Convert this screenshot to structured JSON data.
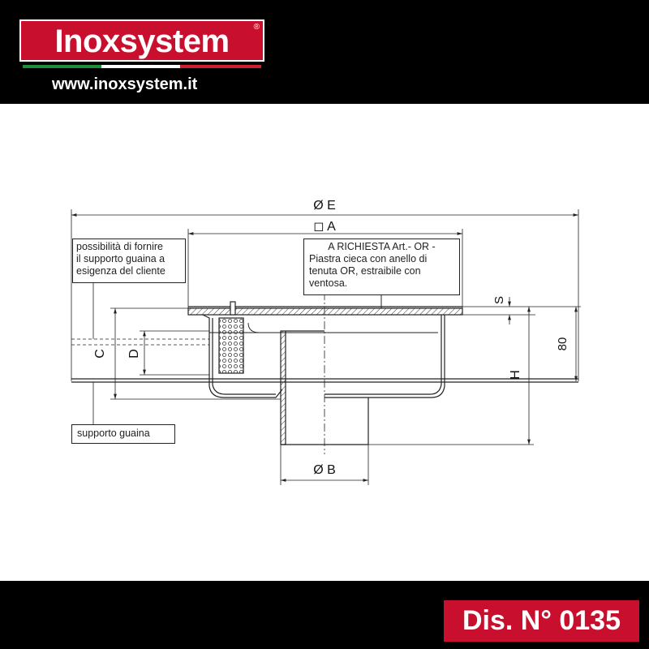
{
  "header": {
    "brand": "Inoxsystem",
    "registered_mark": "®",
    "url": "www.inoxsystem.it",
    "colors": {
      "brand_red": "#c8102e",
      "flag_green": "#1f8f3a",
      "flag_white": "#ffffff",
      "flag_red": "#d0202e"
    }
  },
  "drawing": {
    "dimensions": {
      "E": "Ø E",
      "A": "◻ A",
      "B": "Ø B",
      "C": "C",
      "D": "D",
      "S": "S",
      "H": "H",
      "height_80": "80"
    },
    "notes": {
      "fornire": [
        "possibilità di fornire",
        "il supporto guaina a",
        "esigenza del cliente"
      ],
      "richiesta": [
        "A RICHIESTA Art.- OR -",
        "Piastra cieca con anello di",
        "tenuta OR, estraibile con",
        "ventosa."
      ],
      "supporto": "supporto guaina"
    }
  },
  "footer": {
    "drawing_number": "Dis. N° 0135"
  }
}
